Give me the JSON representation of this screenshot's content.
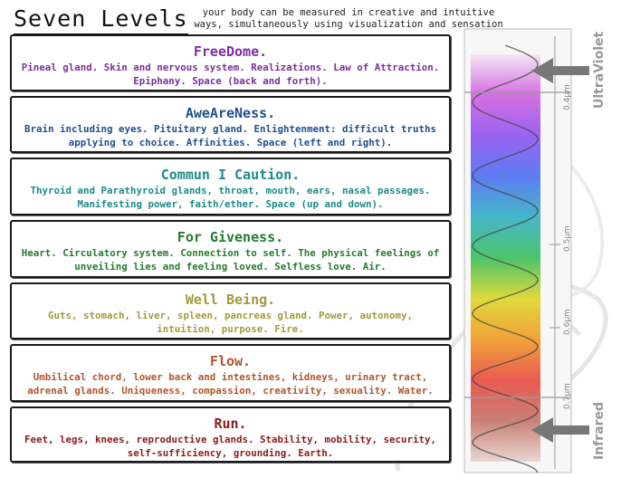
{
  "header": {
    "title": "Seven Levels",
    "subtitle": "your body can be measured in creative and intuitive ways, simultaneously using visualization and sensation"
  },
  "levels": [
    {
      "name": "FreeDome.",
      "description": "Pineal gland. Skin and nervous system. Realizations. Law of Attraction. Epiphany. Space (back and forth).",
      "color": "#7b2f9e"
    },
    {
      "name": "AweAreNess.",
      "description": "Brain including eyes. Pituitary gland. Enlightenment: difficult truths applying to choice. Affinities. Space (left and right).",
      "color": "#1f4f8c"
    },
    {
      "name": "Commun I Caution.",
      "description": "Thyroid and Parathyroid glands, throat, mouth, ears, nasal passages. Manifesting power, faith/ether. Space (up and down).",
      "color": "#1d8a8a"
    },
    {
      "name": "For Giveness.",
      "description": "Heart. Circulatory system. Connection to self. The physical feelings of unveiling lies and feeling loved. Selfless love. Air.",
      "color": "#267a2e"
    },
    {
      "name": "Well Being.",
      "description": "Guts, stomach, liver, spleen, pancreas gland. Power, autonomy, intuition, purpose. Fire.",
      "color": "#a39a3c"
    },
    {
      "name": "Flow.",
      "description": "Umbilical chord, lower back and intestines, kidneys, urinary tract, adrenal glands. Uniqueness, compassion, creativity, sexuality. Water.",
      "color": "#b0552e"
    },
    {
      "name": "Run.",
      "description": "Feet, legs, knees, reproductive glands. Stability, mobility, security, self-sufficiency, grounding. Earth.",
      "color": "#8a1c1c"
    }
  ],
  "spectrum": {
    "top_label": "UltraViolet",
    "bottom_label": "Infrared",
    "ticks": [
      "0.4µm",
      "0.5µm",
      "0.6µm",
      "0.7µm"
    ],
    "colors": [
      "#f2e6f2",
      "#d46fe0",
      "#9a63f0",
      "#5d7cf2",
      "#45b6c8",
      "#4cc46a",
      "#e0d93a",
      "#f0a23a",
      "#ea5a52",
      "#c98077",
      "#e8d6d2"
    ]
  }
}
